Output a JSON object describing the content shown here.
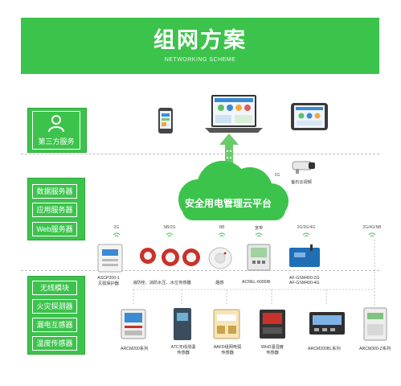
{
  "header": {
    "title": "组网方案",
    "subtitle": "NETWORKING SCHEME"
  },
  "left_panel": {
    "third_party": "第三方服务",
    "servers": [
      "数据服务器",
      "应用服务器",
      "Web服务器"
    ],
    "devices": [
      "无线模块",
      "火灾探测器",
      "漏电互感器",
      "温度传感器"
    ]
  },
  "cloud": {
    "label": "安全用电管理云平台"
  },
  "camera": {
    "signal": "2G",
    "label": "萤石云视频"
  },
  "row1": {
    "signals": [
      "2G",
      "NB/2G",
      "NB",
      "宽带",
      "2G/3G/4G",
      "2G/4G/NB"
    ],
    "labels": [
      "ASCP200-1\n灭弧保护器",
      "消防栓、消防水压、水位传感器",
      "烟感",
      "ACREL-6000/B",
      "AF-GSM400-2G\nAF-GSM400-4G"
    ]
  },
  "row2": {
    "labels": [
      "ARCM200系列",
      "ATC无线测温\n传感器",
      "AAFD组网电弧\n传感器",
      "WHD温湿度\n传感器",
      "ARCM200BL系列",
      "ARCM300-Z系列"
    ]
  },
  "colors": {
    "green": "#3cc34c",
    "arrow": "#5ac85c",
    "red": "#c8322a",
    "blue": "#1f6fb5"
  }
}
